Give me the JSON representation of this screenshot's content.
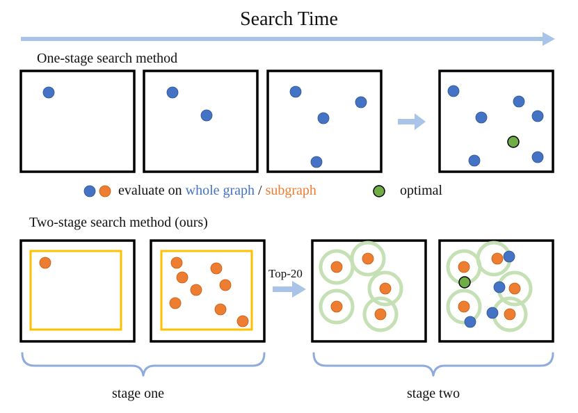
{
  "title": "Search Time",
  "one_stage": {
    "label": "One-stage search method"
  },
  "legend": {
    "prefix": "evaluate on",
    "whole_graph": "whole graph",
    "separator": "/",
    "subgraph": "subgraph",
    "optimal": "optimal"
  },
  "two_stage": {
    "label": "Two-stage search method (ours)",
    "arrow_label": "Top-20"
  },
  "groups": {
    "stage_one": "stage one",
    "stage_two": "stage two"
  },
  "colors": {
    "blue_dot": "#4472c4",
    "orange_dot": "#ed7d31",
    "green_dot": "#70ad47",
    "green_ring": "#c5e0b4",
    "yellow_box": "#ffc000",
    "arrow": "#a9c4e8",
    "brace": "#8faadc"
  }
}
